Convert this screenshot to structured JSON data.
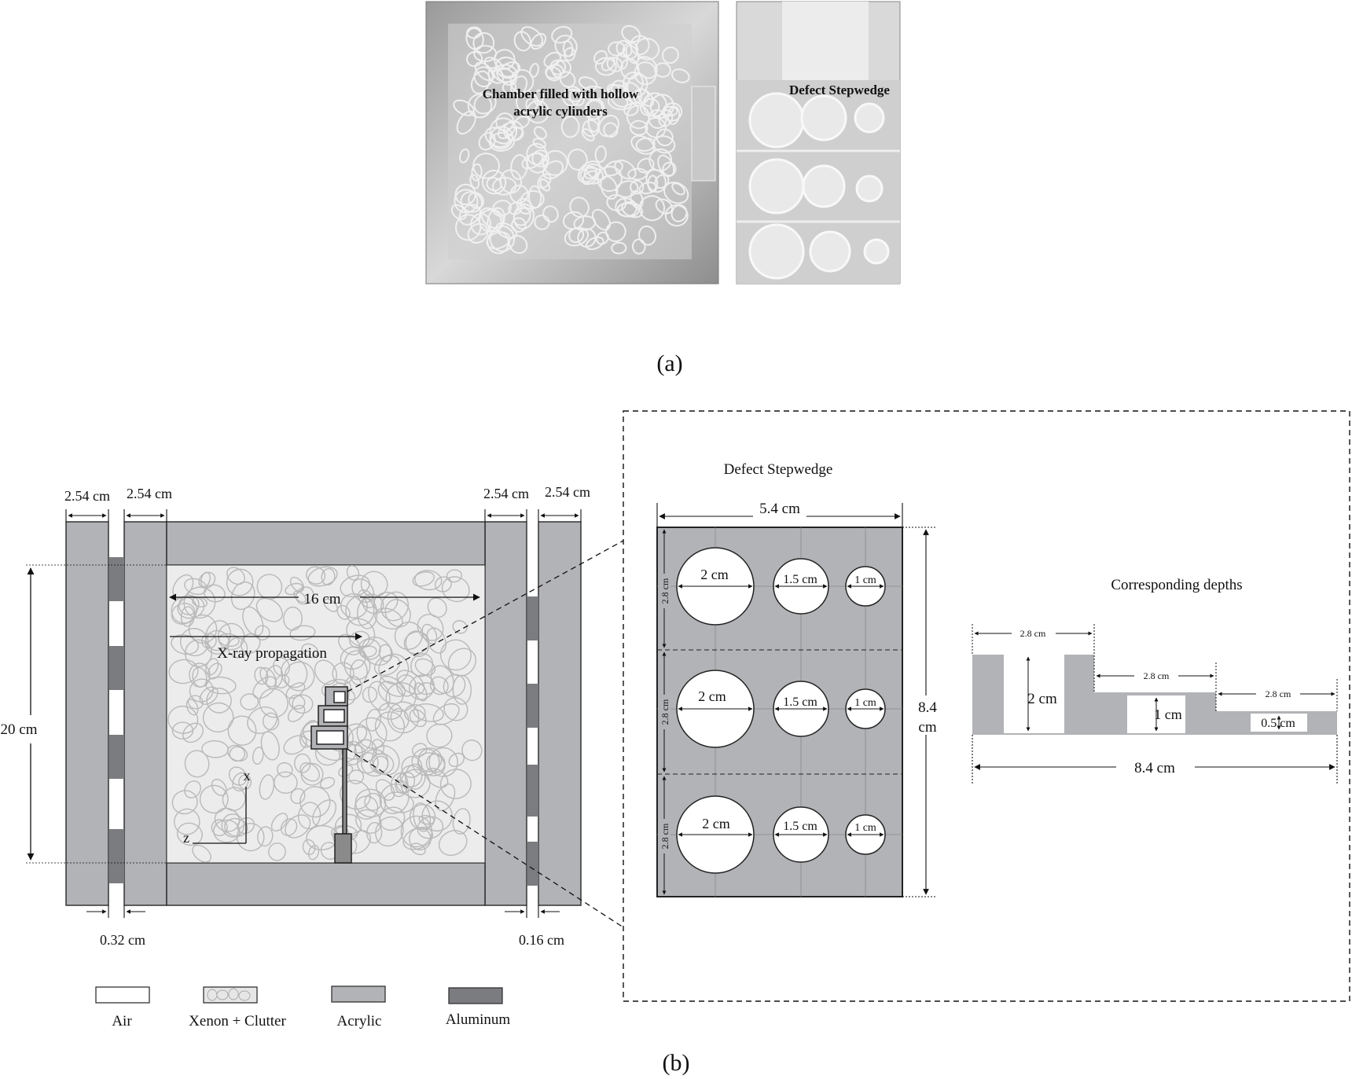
{
  "photos": {
    "chamber_label_line1": "Chamber filled with hollow",
    "chamber_label_line2": "acrylic cylinders",
    "stepwedge_label": "Defect Stepwedge"
  },
  "captions": {
    "a": "(a)",
    "b": "(b)"
  },
  "setup": {
    "top_dims": [
      "2.54 cm",
      "2.54 cm",
      "2.54 cm",
      "2.54 cm"
    ],
    "height_label": "20 cm",
    "width_label": "16 cm",
    "propagation_label": "X-ray propagation",
    "axis_x": "x",
    "axis_z": "z",
    "gap_left": "0.32 cm",
    "gap_right": "0.16 cm"
  },
  "legend": [
    {
      "label": "Air",
      "color": "#ffffff"
    },
    {
      "label": "Xenon + Clutter",
      "color": "#e6e6e6"
    },
    {
      "label": "Acrylic",
      "color": "#b2b3b6"
    },
    {
      "label": "Aluminum",
      "color": "#7b7c80"
    }
  ],
  "stepwedge_detail": {
    "title": "Defect Stepwedge",
    "width_label": "5.4 cm",
    "height_label_line1": "8.4",
    "height_label_line2": "cm",
    "row_height_labels": [
      "2.8 cm",
      "2.8 cm",
      "2.8 cm"
    ],
    "circle_labels": [
      "2 cm",
      "1.5 cm",
      "1 cm",
      "2 cm",
      "1.5 cm",
      "1 cm",
      "2 cm",
      "1.5 cm",
      "1 cm"
    ]
  },
  "depths": {
    "title": "Corresponding depths",
    "step_widths": [
      "2.8 cm",
      "2.8 cm",
      "2.8 cm"
    ],
    "depth_labels": [
      "2 cm",
      "1 cm",
      "0.5 cm"
    ],
    "total_width": "8.4 cm"
  },
  "colors": {
    "acrylic": "#b2b3b6",
    "aluminum": "#7b7c80",
    "xenon": "#e6e6e6",
    "outline": "#333333"
  }
}
